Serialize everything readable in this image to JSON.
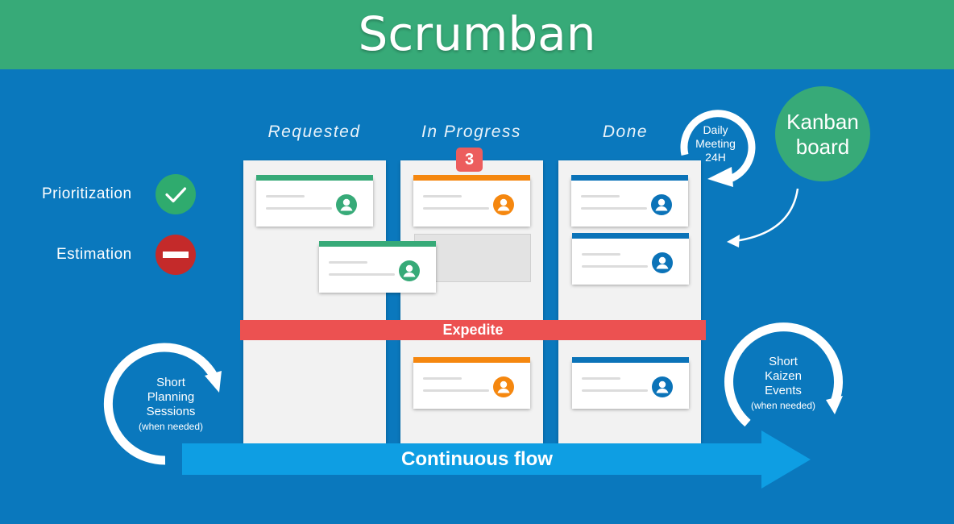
{
  "header": {
    "title": "Scrumban"
  },
  "board": {
    "columns": [
      {
        "label": "Requested",
        "color": "#37aa78"
      },
      {
        "label": "In Progress",
        "color": "#f5870f"
      },
      {
        "label": "Done",
        "color": "#0b73b8"
      }
    ],
    "wip_limit": "3",
    "expedite_label": "Expedite"
  },
  "practices": [
    {
      "label": "Prioritization",
      "status": "check-icon",
      "color": "#2fab6e"
    },
    {
      "label": "Estimation",
      "status": "no-entry-icon",
      "color": "#c42a2a"
    }
  ],
  "kanban_board": {
    "line1": "Kanban",
    "line2": "board"
  },
  "daily_meeting": {
    "line1": "Daily",
    "line2": "Meeting",
    "line3": "24H"
  },
  "planning": {
    "line1": "Short",
    "line2": "Planning",
    "line3": "Sessions",
    "note": "(when needed)"
  },
  "kaizen": {
    "line1": "Short",
    "line2": "Kaizen",
    "line3": "Events",
    "note": "(when needed)"
  },
  "flow": {
    "label": "Continuous flow",
    "color": "#0e9ee3"
  },
  "colors": {
    "background": "#0a78bd",
    "header": "#37aa78",
    "expedite": "#ec5151",
    "badge": "#ec5d5d"
  }
}
